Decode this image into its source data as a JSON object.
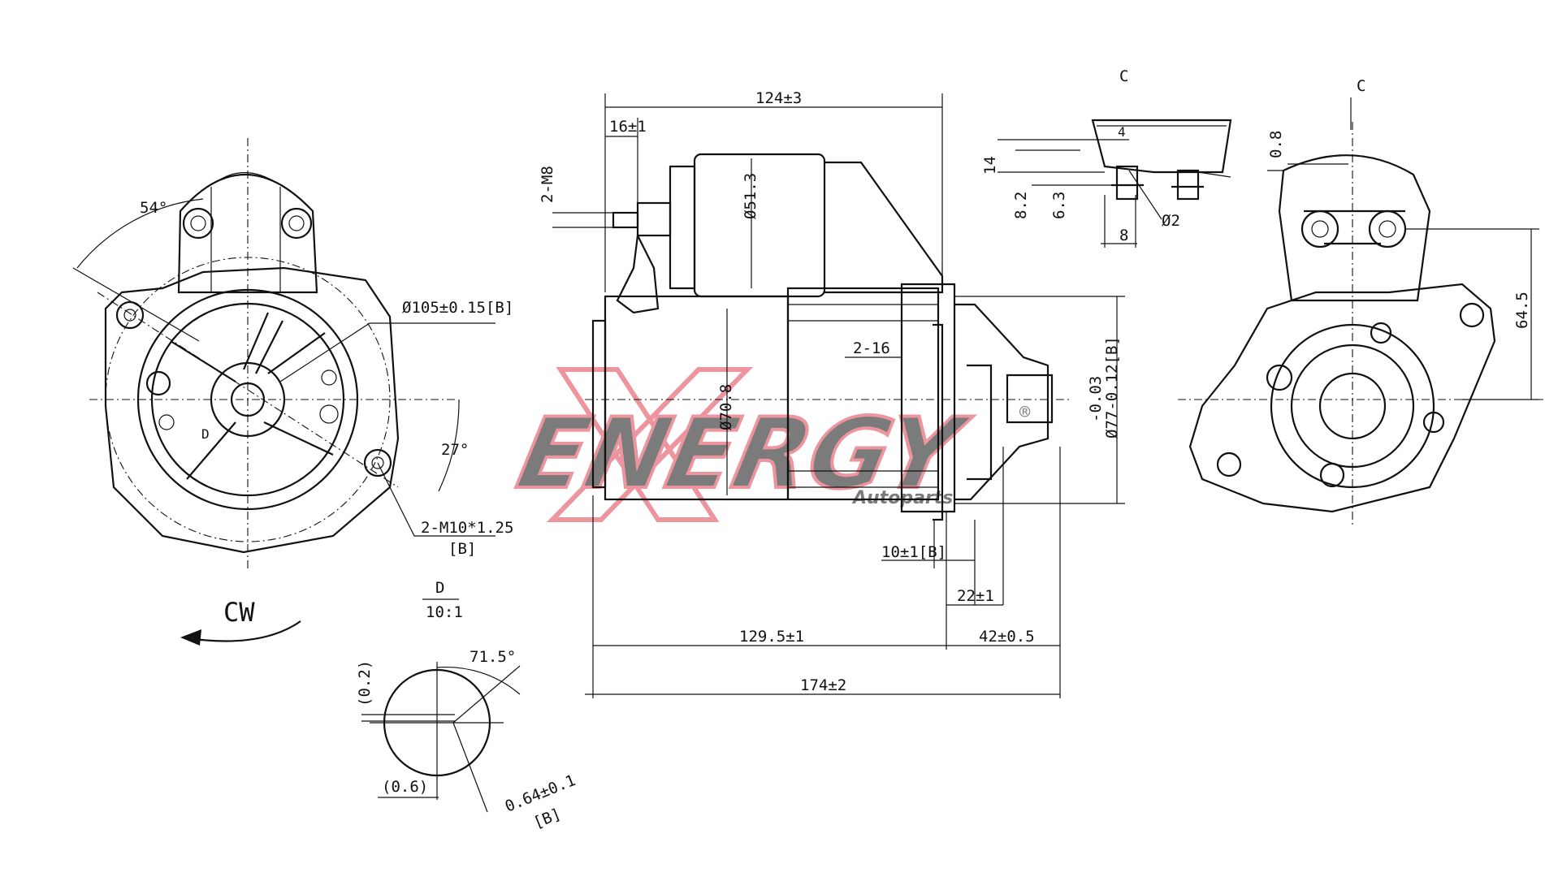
{
  "front_view": {
    "angle_54": "54°",
    "angle_27": "27°",
    "diameter": "Ø105±0.15[B]",
    "bolt_label": "2-M10*1.25",
    "bolt_ref": "[B]",
    "detail_marker": "D",
    "rotation": "CW"
  },
  "detail_d": {
    "title": "D",
    "scale": "10:1",
    "angle": "71.5°",
    "dim_02": "(0.2)",
    "dim_06": "(0.6)",
    "dim_064": "0.64±0.1",
    "dim_064_ref": "[B]"
  },
  "side_view": {
    "overall_top": "124±3",
    "d16": "16±1",
    "m8": "2-M8",
    "solenoid_dia": "Ø51.3",
    "body_dia": "Ø70.8",
    "hole_2_16": "2-16",
    "pilot_dia_a": "-0.03",
    "pilot_dia_b": "Ø77-0.12[B]",
    "d10": "10±1[B]",
    "d22": "22±1",
    "d1295": "129.5±1",
    "d42": "42±0.5",
    "d174": "174±2"
  },
  "section_c": {
    "label": "C",
    "d4": "4",
    "d14": "14",
    "d82": "8.2",
    "d63": "6.3",
    "d8": "8",
    "phi2": "Ø2"
  },
  "rear_view": {
    "label": "C",
    "d08": "0.8",
    "d645": "64.5"
  },
  "watermark": {
    "brand": "ENERGY",
    "sub": "Autoparts",
    "reg": "®",
    "color": "#e04050"
  }
}
